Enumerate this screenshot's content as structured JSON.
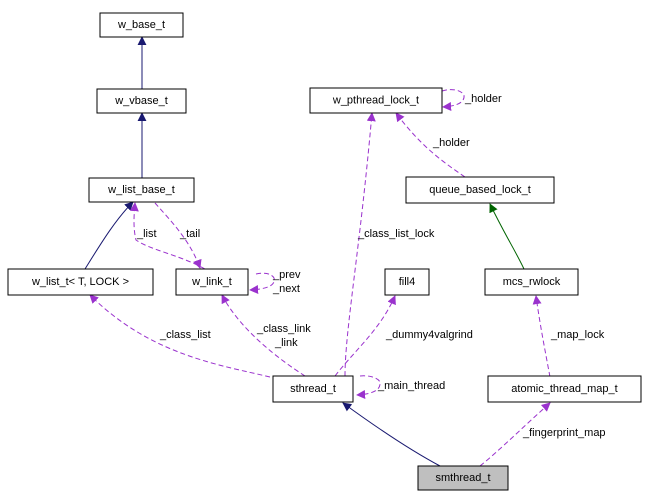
{
  "diagram": {
    "title": "Collaboration diagram for smthread_t",
    "colors": {
      "inheritance": "#191970",
      "protected_inheritance": "#006400",
      "usage": "#9a32cd",
      "focus_fill": "#bfbfbf",
      "node_fill": "#ffffff"
    },
    "nodes": [
      {
        "id": "w_base_t",
        "label": "w_base_t"
      },
      {
        "id": "w_vbase_t",
        "label": "w_vbase_t"
      },
      {
        "id": "w_list_base_t",
        "label": "w_list_base_t"
      },
      {
        "id": "w_list_t",
        "label": "w_list_t< T, LOCK >"
      },
      {
        "id": "w_link_t",
        "label": "w_link_t"
      },
      {
        "id": "w_pthread_lock_t",
        "label": "w_pthread_lock_t"
      },
      {
        "id": "queue_based_lock_t",
        "label": "queue_based_lock_t"
      },
      {
        "id": "fill4",
        "label": "fill4"
      },
      {
        "id": "mcs_rwlock",
        "label": "mcs_rwlock"
      },
      {
        "id": "sthread_t",
        "label": "sthread_t"
      },
      {
        "id": "atomic_thread_map_t",
        "label": "atomic_thread_map_t"
      },
      {
        "id": "smthread_t",
        "label": "smthread_t",
        "focus": true
      }
    ],
    "edges": [
      {
        "from": "w_vbase_t",
        "to": "w_base_t",
        "kind": "inheritance",
        "label": ""
      },
      {
        "from": "w_list_base_t",
        "to": "w_vbase_t",
        "kind": "inheritance",
        "label": ""
      },
      {
        "from": "w_list_t",
        "to": "w_list_base_t",
        "kind": "inheritance",
        "label": ""
      },
      {
        "from": "w_link_t",
        "to": "w_list_base_t",
        "kind": "usage",
        "label": "_list"
      },
      {
        "from": "w_list_base_t",
        "to": "w_link_t",
        "kind": "usage",
        "label": "_tail"
      },
      {
        "from": "w_link_t",
        "to": "w_link_t",
        "kind": "usage",
        "label": "_prev\n_next"
      },
      {
        "from": "w_pthread_lock_t",
        "to": "w_pthread_lock_t",
        "kind": "usage",
        "label": "_holder"
      },
      {
        "from": "queue_based_lock_t",
        "to": "w_pthread_lock_t",
        "kind": "usage",
        "label": "_holder"
      },
      {
        "from": "mcs_rwlock",
        "to": "queue_based_lock_t",
        "kind": "protected_inheritance",
        "label": ""
      },
      {
        "from": "sthread_t",
        "to": "w_pthread_lock_t",
        "kind": "usage",
        "label": "_class_list_lock"
      },
      {
        "from": "sthread_t",
        "to": "w_list_t",
        "kind": "usage",
        "label": "_class_list"
      },
      {
        "from": "sthread_t",
        "to": "w_link_t",
        "kind": "usage",
        "label": "_class_link\n_link"
      },
      {
        "from": "sthread_t",
        "to": "fill4",
        "kind": "usage",
        "label": "_dummy4valgrind"
      },
      {
        "from": "sthread_t",
        "to": "sthread_t",
        "kind": "usage",
        "label": "_main_thread"
      },
      {
        "from": "atomic_thread_map_t",
        "to": "mcs_rwlock",
        "kind": "usage",
        "label": "_map_lock"
      },
      {
        "from": "smthread_t",
        "to": "sthread_t",
        "kind": "inheritance",
        "label": ""
      },
      {
        "from": "smthread_t",
        "to": "atomic_thread_map_t",
        "kind": "usage",
        "label": "_fingerprint_map"
      }
    ]
  }
}
